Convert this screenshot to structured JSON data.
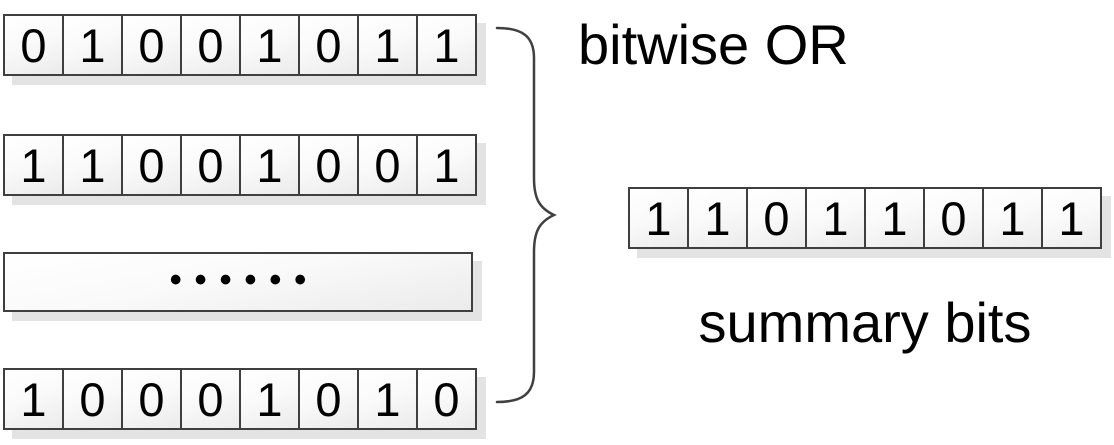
{
  "diagram": {
    "input_rows": [
      {
        "type": "bits",
        "cells": [
          "0",
          "1",
          "0",
          "0",
          "1",
          "0",
          "1",
          "1"
        ]
      },
      {
        "type": "bits",
        "cells": [
          "1",
          "1",
          "0",
          "0",
          "1",
          "0",
          "0",
          "1"
        ]
      },
      {
        "type": "ellipsis",
        "text": "••••••"
      },
      {
        "type": "bits",
        "cells": [
          "1",
          "0",
          "0",
          "0",
          "1",
          "0",
          "1",
          "0"
        ]
      }
    ],
    "result_row": {
      "cells": [
        "1",
        "1",
        "0",
        "1",
        "1",
        "0",
        "1",
        "1"
      ]
    },
    "label_operation": "bitwise OR",
    "label_result": "summary bits",
    "colors": {
      "cell_border": "#3f3f3f",
      "cell_fill_bottom": "#ebebeb",
      "shadow": "#e3e3e3",
      "brace": "#404040",
      "text": "#000000"
    }
  }
}
